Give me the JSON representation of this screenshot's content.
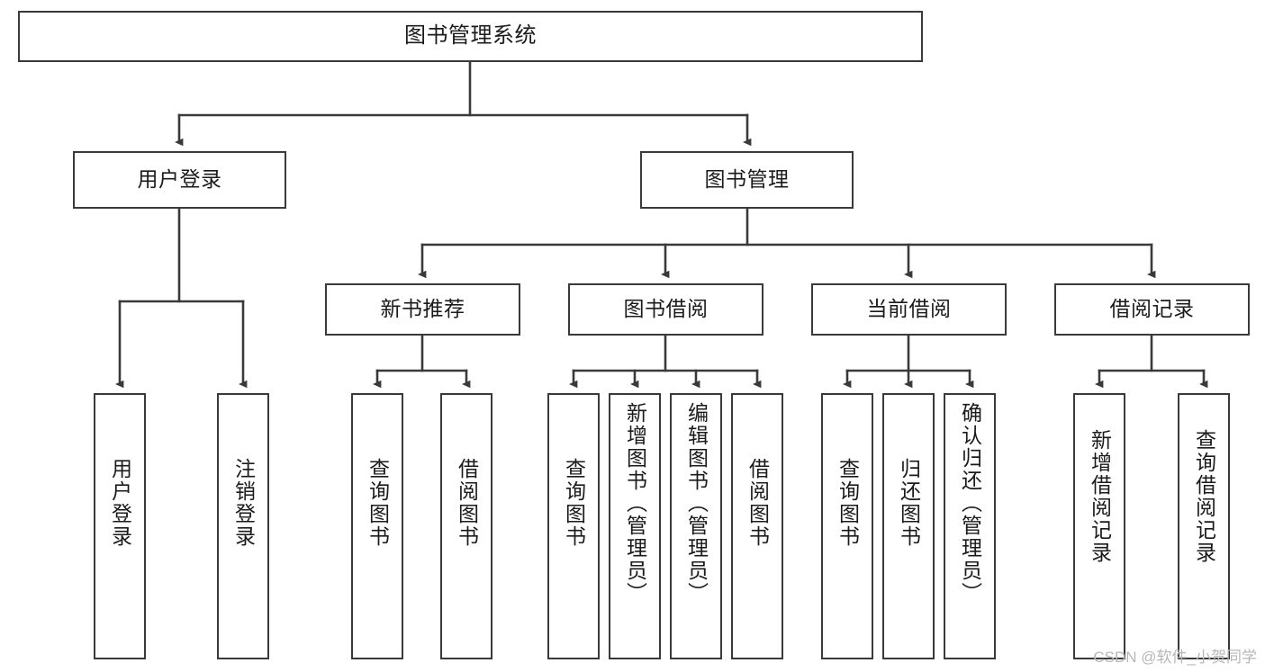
{
  "diagram": {
    "title": "图书管理系统",
    "type": "tree",
    "stroke_color": "#3a3a3a",
    "background_color": "#ffffff",
    "watermark": "CSDN @软件_小贺同学",
    "nodes": {
      "root": {
        "label": "图书管理系统"
      },
      "level2": [
        {
          "id": "user-login",
          "label": "用户登录"
        },
        {
          "id": "book-management",
          "label": "图书管理"
        }
      ],
      "level3": [
        {
          "id": "new-book-recommend",
          "label": "新书推荐"
        },
        {
          "id": "book-borrow",
          "label": "图书借阅"
        },
        {
          "id": "current-borrow",
          "label": "当前借阅"
        },
        {
          "id": "borrow-record",
          "label": "借阅记录"
        }
      ],
      "leaves": [
        {
          "id": "leaf-user-login",
          "label": "用户登录",
          "parent": "user-login"
        },
        {
          "id": "leaf-user-logout",
          "label": "注销登录",
          "parent": "user-login"
        },
        {
          "id": "leaf-query-book-1",
          "label": "查询图书",
          "parent": "new-book-recommend"
        },
        {
          "id": "leaf-borrow-book-1",
          "label": "借阅图书",
          "parent": "new-book-recommend"
        },
        {
          "id": "leaf-query-book-2",
          "label": "查询图书",
          "parent": "book-borrow"
        },
        {
          "id": "leaf-add-book",
          "label": "新增图书（管理员）",
          "parent": "book-borrow"
        },
        {
          "id": "leaf-edit-book",
          "label": "编辑图书（管理员）",
          "parent": "book-borrow"
        },
        {
          "id": "leaf-borrow-book-2",
          "label": "借阅图书",
          "parent": "book-borrow"
        },
        {
          "id": "leaf-query-book-3",
          "label": "查询图书",
          "parent": "current-borrow"
        },
        {
          "id": "leaf-return-book",
          "label": "归还图书",
          "parent": "current-borrow"
        },
        {
          "id": "leaf-confirm-return",
          "label": "确认归还（管理员）",
          "parent": "current-borrow"
        },
        {
          "id": "leaf-add-record",
          "label": "新增借阅记录",
          "parent": "borrow-record"
        },
        {
          "id": "leaf-query-record",
          "label": "查询借阅记录",
          "parent": "borrow-record"
        }
      ]
    }
  }
}
